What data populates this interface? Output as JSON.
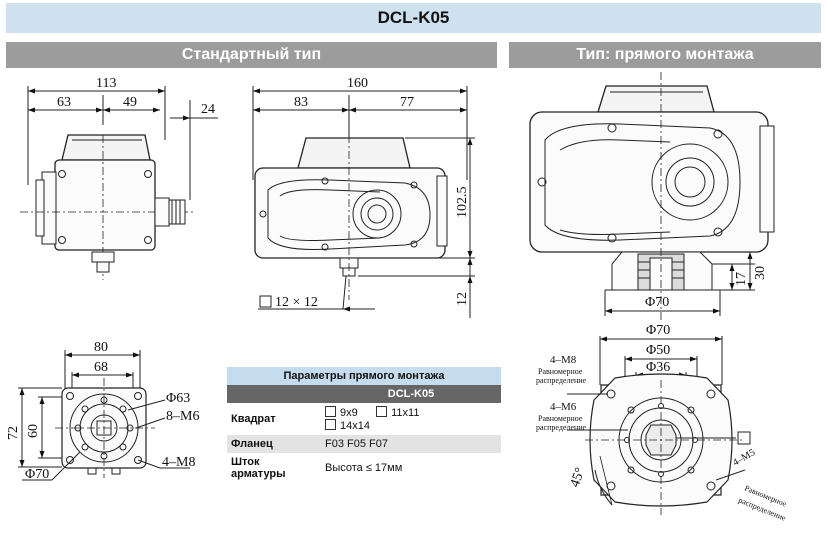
{
  "title": "DCL-K05",
  "sections": {
    "standard": "Стандартный тип",
    "direct": "Тип: прямого монтажа"
  },
  "dims": {
    "d113": "113",
    "d63": "63",
    "d49": "49",
    "d24": "24",
    "d160": "160",
    "d83": "83",
    "d77": "77",
    "d1025": "102.5",
    "d12": "12",
    "sq12": "12 × 12",
    "d80": "80",
    "d68": "68",
    "d72": "72",
    "d60": "60",
    "phi63": "Φ63",
    "m6": "8–M6",
    "phi70b": "Φ70",
    "m8b": "4–M8",
    "d30": "30",
    "d17": "17",
    "phi70r": "Φ70",
    "phi70t": "Φ70",
    "phi50": "Φ50",
    "phi36": "Φ36",
    "m8r": "4–M8",
    "m6r": "4–M6",
    "m5r": "4–M5",
    "deg45": "45°",
    "even": "Равномерное",
    "distr": "распределение"
  },
  "table": {
    "header": "Параметры прямого монтажа",
    "model": "DCL-K05",
    "rows": [
      {
        "label": "Квадрат",
        "v1": "9x9",
        "v2": "11x11",
        "v3": "14x14"
      },
      {
        "label": "Фланец",
        "value": "F03  F05  F07"
      },
      {
        "label": "Шток арматуры",
        "value": "Высота ≤ 17мм"
      }
    ]
  }
}
